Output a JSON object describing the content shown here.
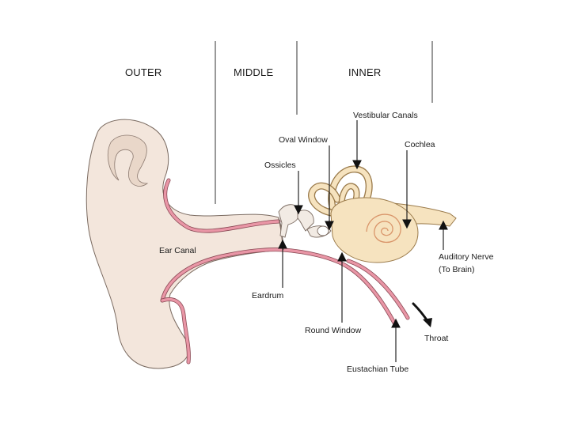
{
  "sections": {
    "outer": "OUTER",
    "middle": "MIDDLE",
    "inner": "INNER"
  },
  "labels": {
    "vestibular_canals": "Vestibular Canals",
    "oval_window": "Oval Window",
    "cochlea": "Cochlea",
    "ossicles": "Ossicles",
    "ear_canal": "Ear Canal",
    "auditory_nerve_line1": "Auditory Nerve",
    "auditory_nerve_line2": "(To Brain)",
    "eardrum": "Eardrum",
    "round_window": "Round Window",
    "throat": "Throat",
    "eustachian_tube": "Eustachian Tube"
  },
  "colors": {
    "skin": "#f3e6dc",
    "skin_outline": "#7a6a60",
    "tissue": "#e996a6",
    "tissue_outline": "#8a4a55",
    "bone": "#f6e3bf",
    "bone_outline": "#9a7a4a",
    "spiral": "#d9956a",
    "ink": "#1a1a1a"
  }
}
